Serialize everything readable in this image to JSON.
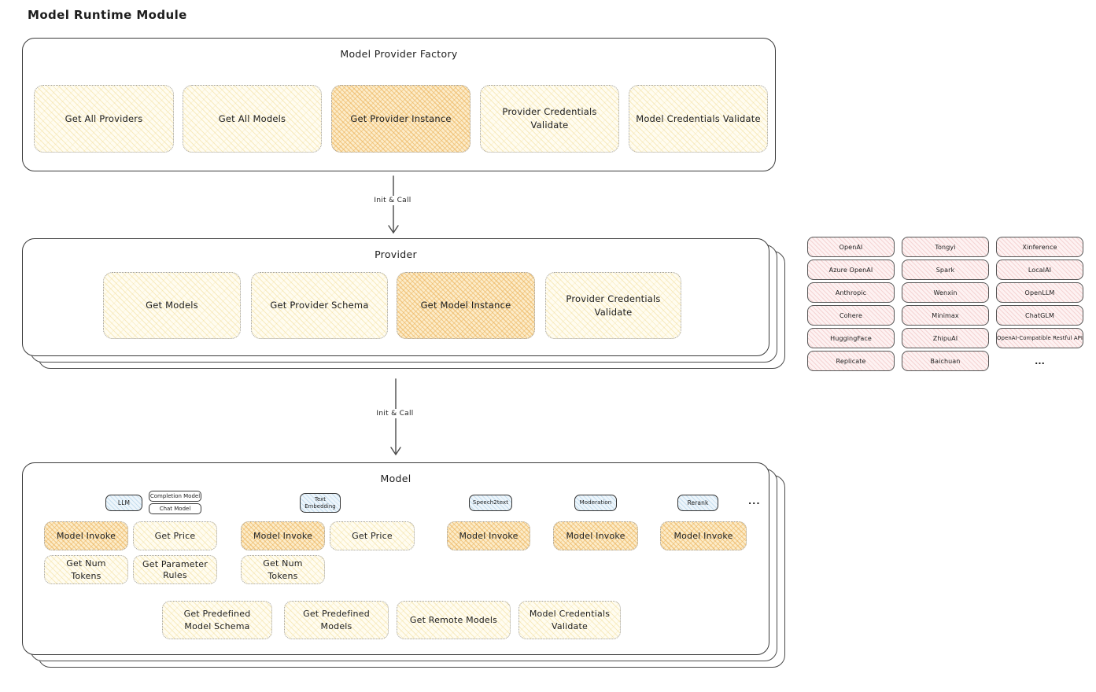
{
  "page_title": "Model Runtime Module",
  "colors": {
    "yellow_fill": "#fffcf0",
    "orange_highlight_fill": "#fcecc9",
    "blue_tag_fill": "#edf5fb",
    "pink_chip_fill": "#fdf2f2",
    "stroke": "#3a3a3a"
  },
  "arrows": {
    "label_1": "Init & Call",
    "label_2": "Init & Call"
  },
  "factory": {
    "title": "Model Provider Factory",
    "buttons": [
      {
        "label": "Get All Providers",
        "highlight": false
      },
      {
        "label": "Get All Models",
        "highlight": false
      },
      {
        "label": "Get Provider Instance",
        "highlight": true
      },
      {
        "label": "Provider Credentials Validate",
        "highlight": false
      },
      {
        "label": "Model Credentials Validate",
        "highlight": false
      }
    ]
  },
  "provider": {
    "title": "Provider",
    "buttons": [
      {
        "label": "Get Models",
        "highlight": false
      },
      {
        "label": "Get Provider Schema",
        "highlight": false
      },
      {
        "label": "Get Model Instance",
        "highlight": true
      },
      {
        "label": "Provider Credentials Validate",
        "highlight": false
      }
    ]
  },
  "providers_grid": {
    "items": [
      "OpenAI",
      "Tongyi",
      "Xinference",
      "Azure OpenAI",
      "Spark",
      "LocalAI",
      "Anthropic",
      "Wenxin",
      "OpenLLM",
      "Cohere",
      "Minimax",
      "ChatGLM",
      "HuggingFace",
      "ZhipuAI",
      "OpenAI-Compatible Restful API",
      "Replicate",
      "Baichuan"
    ],
    "more": "..."
  },
  "model": {
    "title": "Model",
    "tags_more": "...",
    "columns": [
      {
        "tag": "LLM",
        "subtags": [
          "Completion Model",
          "Chat Model"
        ],
        "ops_row1": [
          "Model Invoke",
          "Get Price"
        ],
        "ops_row2": [
          "Get Num Tokens",
          "Get Parameter Rules"
        ]
      },
      {
        "tag": "Text Embedding",
        "ops_row1": [
          "Model Invoke",
          "Get Price"
        ],
        "ops_row2": [
          "Get Num Tokens"
        ]
      },
      {
        "tag": "Speech2text",
        "ops_row1": [
          "Model Invoke"
        ]
      },
      {
        "tag": "Moderation",
        "ops_row1": [
          "Model Invoke"
        ]
      },
      {
        "tag": "Rerank",
        "ops_row1": [
          "Model Invoke"
        ]
      }
    ],
    "bottom_buttons": [
      "Get Predefined Model Schema",
      "Get Predefined Models",
      "Get Remote Models",
      "Model Credentials Validate"
    ]
  }
}
